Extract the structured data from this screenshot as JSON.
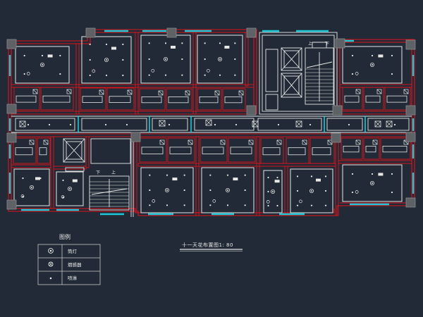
{
  "drawing": {
    "title": "十一天花布置图1: 80"
  },
  "legend": {
    "title": "图例",
    "items": [
      {
        "label": "筒灯",
        "icon": "downlight-icon"
      },
      {
        "label": "烟感器",
        "icon": "smoke-detector-icon"
      },
      {
        "label": "喷淋",
        "icon": "sprinkler-icon"
      }
    ]
  },
  "stairs": {
    "core": {
      "up": "上",
      "down": "下"
    },
    "west": {
      "up": "上",
      "down": "下"
    }
  },
  "colors": {
    "background": "#212a36",
    "wall": "#e3131b",
    "line": "#e8e8e8",
    "window": "#1ec8d6",
    "column": "#8a8a8a"
  }
}
